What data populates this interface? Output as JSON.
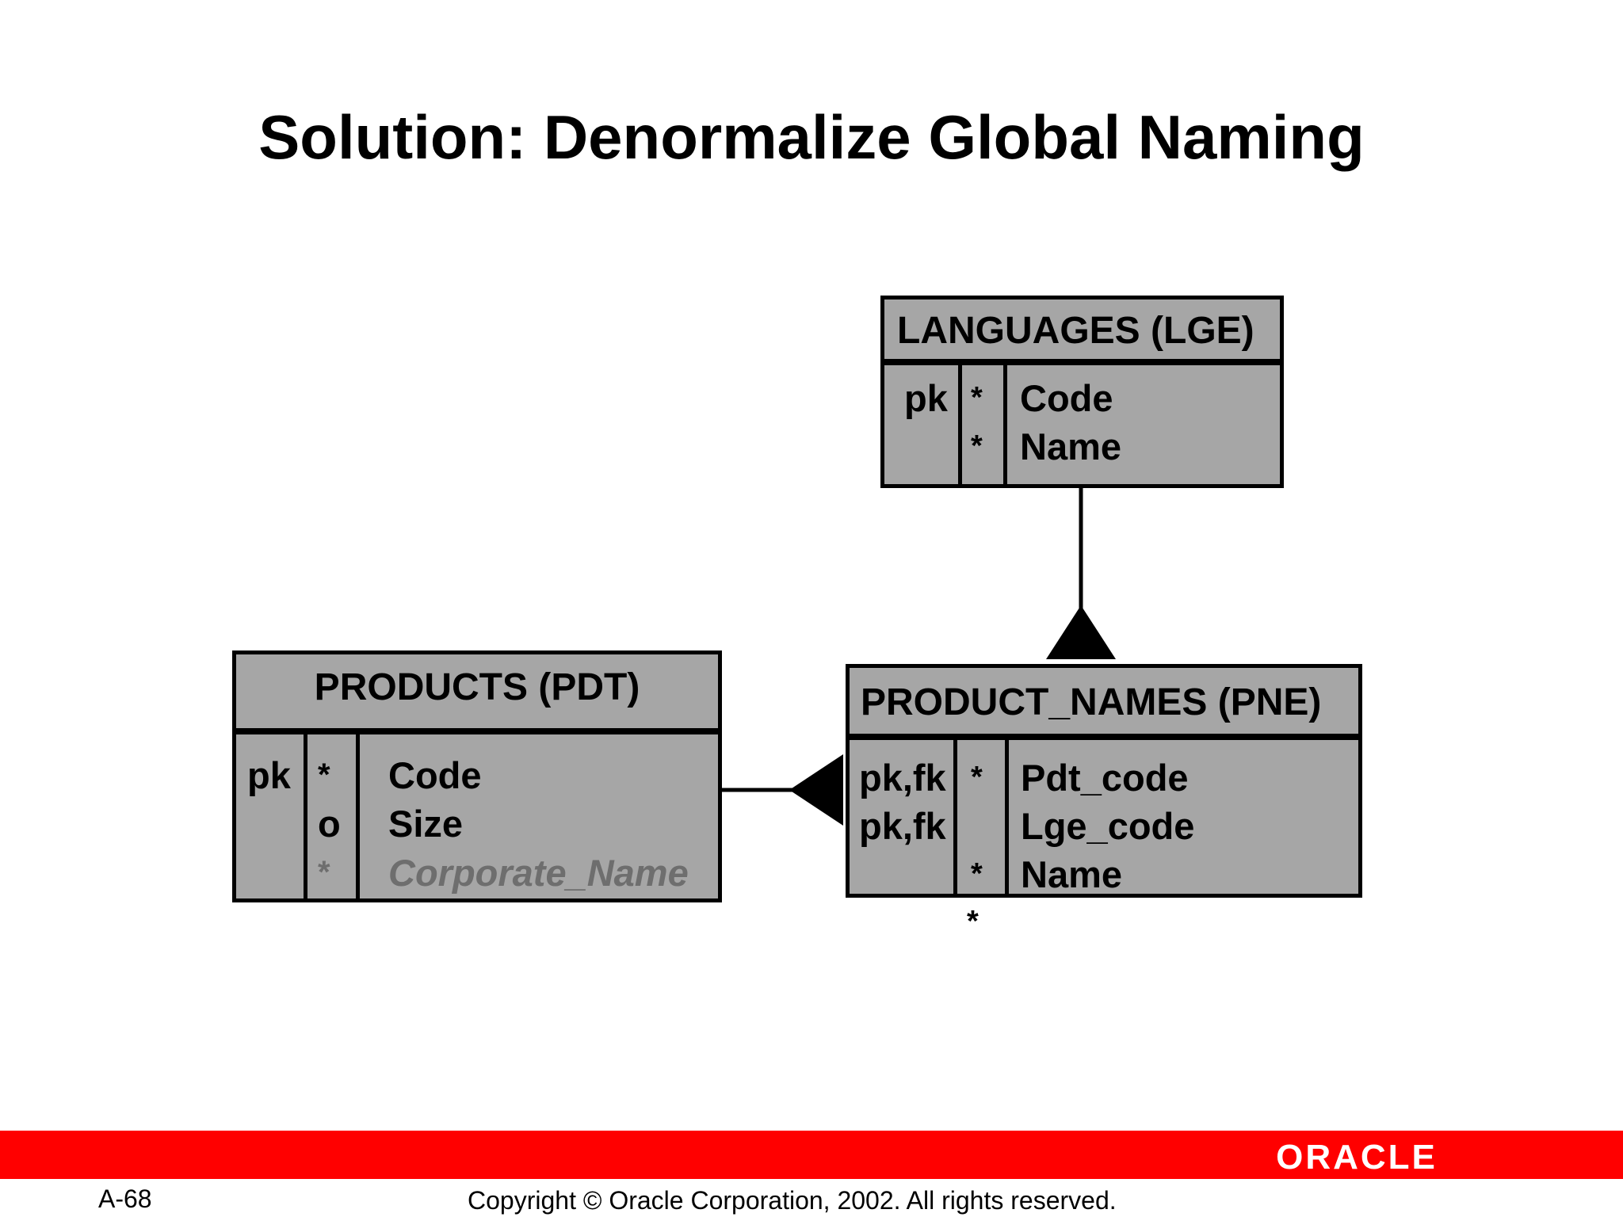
{
  "slide": {
    "title": "Solution: Denormalize Global Naming"
  },
  "entities": {
    "languages": {
      "name": "LANGUAGES (LGE)",
      "keys": [
        "pk",
        ""
      ],
      "markers": [
        "*",
        "*"
      ],
      "attributes": [
        "Code",
        "Name"
      ]
    },
    "products": {
      "name": "PRODUCTS (PDT)",
      "keys": [
        "pk",
        "",
        ""
      ],
      "markers": [
        "*",
        "o",
        "*"
      ],
      "attributes": [
        "Code",
        "Size",
        "Corporate_Name"
      ]
    },
    "product_names": {
      "name": "PRODUCT_NAMES (PNE)",
      "keys": [
        "pk,fk",
        "pk,fk",
        ""
      ],
      "markers": [
        "*",
        "",
        "*",
        "*"
      ],
      "attributes": [
        "Pdt_code",
        "Lge_code",
        "Name"
      ]
    }
  },
  "relationships": [
    {
      "from": "LANGUAGES (LGE)",
      "to": "PRODUCT_NAMES (PNE)",
      "type": "one-to-many"
    },
    {
      "from": "PRODUCTS (PDT)",
      "to": "PRODUCT_NAMES (PNE)",
      "type": "one-to-many"
    }
  ],
  "footer": {
    "page_number": "A-68",
    "copyright": "Copyright © Oracle Corporation, 2002. All rights reserved.",
    "logo_text": "ORACLE",
    "bar_color": "#ff0000",
    "entity_fill": "#a6a6a6"
  }
}
